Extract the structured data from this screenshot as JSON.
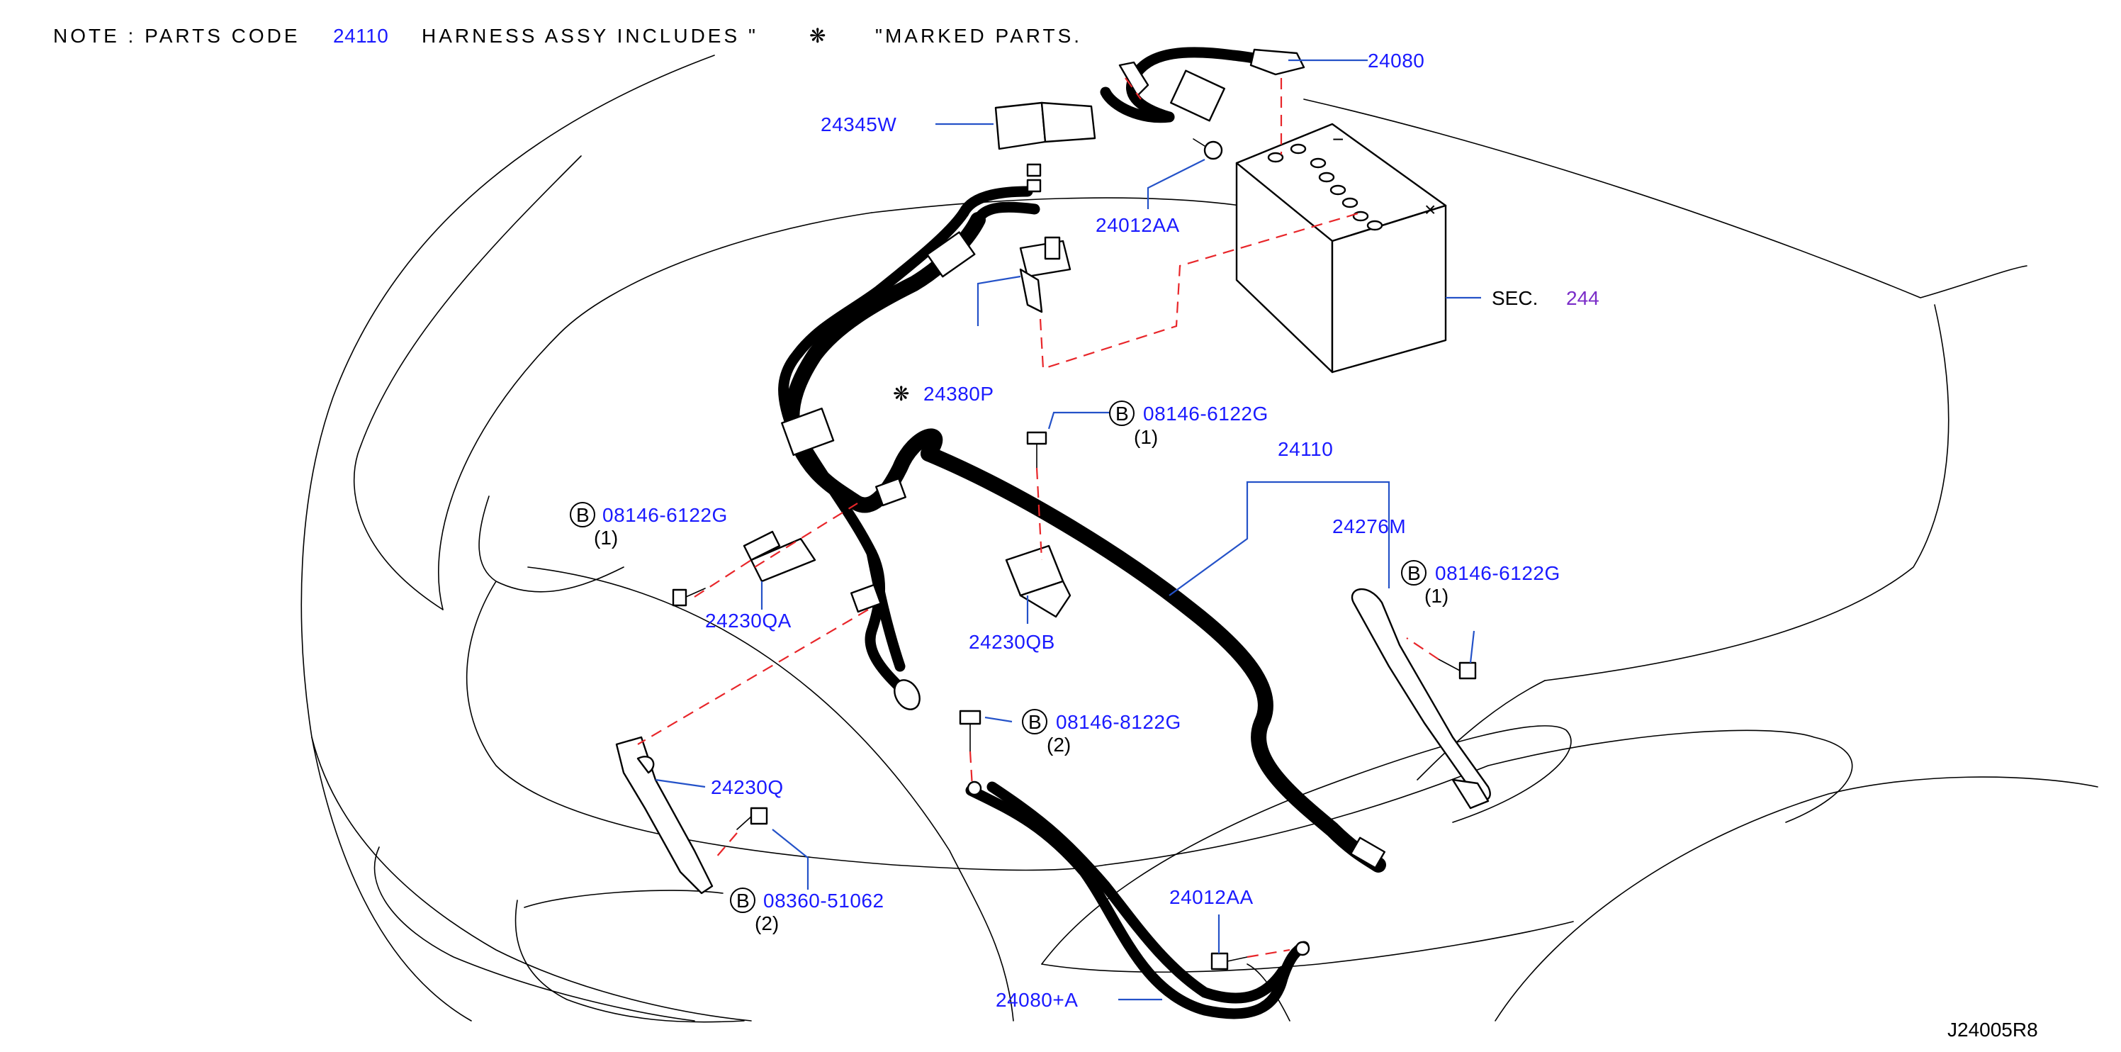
{
  "note": {
    "prefix": "NOTE : PARTS CODE",
    "code": "24110",
    "middle": "HARNESS ASSY   INCLUDES \"",
    "symbol": "❋",
    "suffix": "\"MARKED PARTS."
  },
  "labels": {
    "p24080": "24080",
    "p24345W": "24345W",
    "p24012AA_top": "24012AA",
    "sec_prefix": "SEC.",
    "sec_num": "244",
    "p24380P_symbol": "❋",
    "p24380P": "24380P",
    "bolt1_b": "B",
    "bolt1_code": "08146-6122G",
    "bolt1_qty": "(1)",
    "p24110": "24110",
    "p24276M": "24276M",
    "bolt2_b": "B",
    "bolt2_code": "08146-6122G",
    "bolt2_qty": "(1)",
    "bolt3_b": "B",
    "bolt3_code": "08146-6122G",
    "bolt3_qty": "(1)",
    "p24230QA": "24230QA",
    "p24230QB": "24230QB",
    "bolt4_b": "B",
    "bolt4_code": "08146-8122G",
    "bolt4_qty": "(2)",
    "p24230Q": "24230Q",
    "bolt5_b": "B",
    "bolt5_code": "08360-51062",
    "bolt5_qty": "(2)",
    "p24012AA_bot": "24012AA",
    "p24080A": "24080+A",
    "figure_id": "J24005R8"
  },
  "colors": {
    "part_number": "#1a1aff",
    "section_ref": "#7a2cc8",
    "leader_line": "#2452c8",
    "hidden_line": "#e8262a"
  }
}
